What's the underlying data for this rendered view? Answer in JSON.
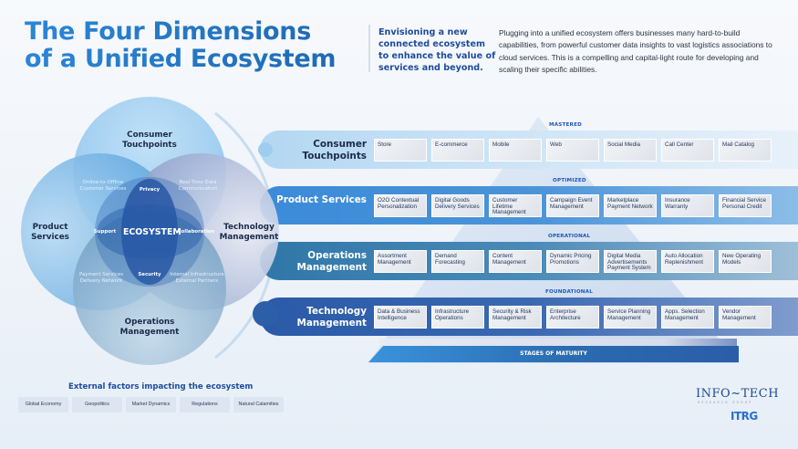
{
  "header": {
    "title_line1": "The Four Dimensions",
    "title_line2": "of a Unified Ecosystem",
    "tagline": "Envisioning a new connected ecosystem to enhance the value of services and beyond.",
    "intro": "Plugging into a unified ecosystem offers businesses many hard-to-build capabilities, from powerful customer data insights to vast logistics associations to cloud services. This is a compelling and capital-light route for developing and scaling their specific abilities."
  },
  "venn": {
    "center": "ECOSYSTEM",
    "circles": [
      {
        "label": "Consumer Touchpoints"
      },
      {
        "label": "Product Services"
      },
      {
        "label": "Technology Management"
      },
      {
        "label": "Operations Management"
      }
    ],
    "overlaps": {
      "privacy": "Privacy",
      "support": "Support",
      "collaboration": "Collaboration",
      "security": "Security",
      "top_left": "Online-to-Offline Customer Services",
      "top_right": "Real-Time Data Communication",
      "bottom_left": "Payment Services Delivery Network",
      "bottom_right": "Internal Infrastructure External Partners"
    }
  },
  "rows": [
    {
      "label": "Consumer Touchpoints",
      "stage": "MASTERED",
      "cells": [
        "Store",
        "E-commerce",
        "Mobile",
        "Web",
        "Social Media",
        "Call Center",
        "Mail Catalog"
      ]
    },
    {
      "label": "Product Services",
      "stage": "OPTIMIZED",
      "cells": [
        "O2O Contextual Personalization",
        "Digital Goods Delivery Services",
        "Customer Lifetime Management",
        "Campaign Event Management",
        "Marketplace Payment Network",
        "Insurance Warranty",
        "Financial Service Personal Credit"
      ]
    },
    {
      "label": "Operations Management",
      "stage": "OPERATIONAL",
      "cells": [
        "Assortment Management",
        "Demand Forecasting",
        "Content Management",
        "Dynamic Pricing Promotions",
        "Digital Media Advertisements Payment System",
        "Auto Allocation Replenishment",
        "New Operating Models"
      ]
    },
    {
      "label": "Technology Management",
      "stage": "FOUNDATIONAL",
      "cells": [
        "Data & Business Intelligence",
        "Infrastructure Operations",
        "Security & Risk Management",
        "Enterprise Architecture",
        "Service Planning Management",
        "Apps. Selection Management",
        "Vendor Management"
      ]
    }
  ],
  "stages_label": "STAGES OF MATURITY",
  "external": {
    "title": "External factors impacting the ecosystem",
    "items": [
      "Global Economy",
      "Geopolitics",
      "Market Dynamics",
      "Regulations",
      "Natural Calamities"
    ]
  },
  "brand": {
    "logo": "INFO~TECH",
    "logo_sub": "RESEARCH GROUP",
    "logo_itrg": "ITRG"
  },
  "colors": {
    "title_blue": "#2b86d6",
    "tagline_blue": "#1d4c9c",
    "row_consumer": "#b9dcf4",
    "row_product": "#3a86d4",
    "row_operations": "#3478a8",
    "row_technology": "#2c5ba6"
  }
}
